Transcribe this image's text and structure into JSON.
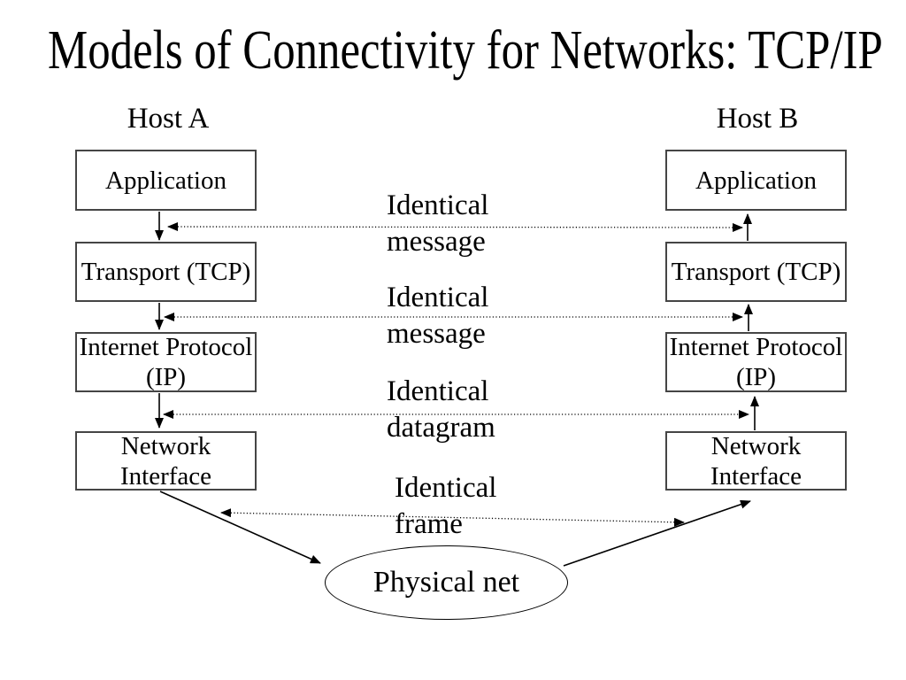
{
  "slide": {
    "title": "Models of Connectivity for Networks: TCP/IP"
  },
  "hosts": {
    "a": {
      "label": "Host A"
    },
    "b": {
      "label": "Host B"
    }
  },
  "layers": [
    {
      "name": "application",
      "lines": [
        "Application"
      ]
    },
    {
      "name": "transport",
      "lines": [
        "Transport (TCP)"
      ]
    },
    {
      "name": "internet-protocol",
      "lines": [
        "Internet Protocol",
        "(IP)"
      ]
    },
    {
      "name": "network-interface",
      "lines": [
        "Network",
        "Interface"
      ]
    }
  ],
  "exchange_labels": [
    {
      "name": "application-peer",
      "lines": [
        "Identical",
        "message"
      ]
    },
    {
      "name": "transport-peer",
      "lines": [
        "Identical",
        "message"
      ]
    },
    {
      "name": "ip-peer",
      "lines": [
        "Identical",
        "datagram"
      ]
    },
    {
      "name": "frame-peer",
      "lines": [
        "Identical",
        "frame"
      ]
    }
  ],
  "physical_net": {
    "label": "Physical net"
  },
  "colors": {
    "background": "#ffffff",
    "ink": "#000000",
    "box_border": "#454545"
  }
}
